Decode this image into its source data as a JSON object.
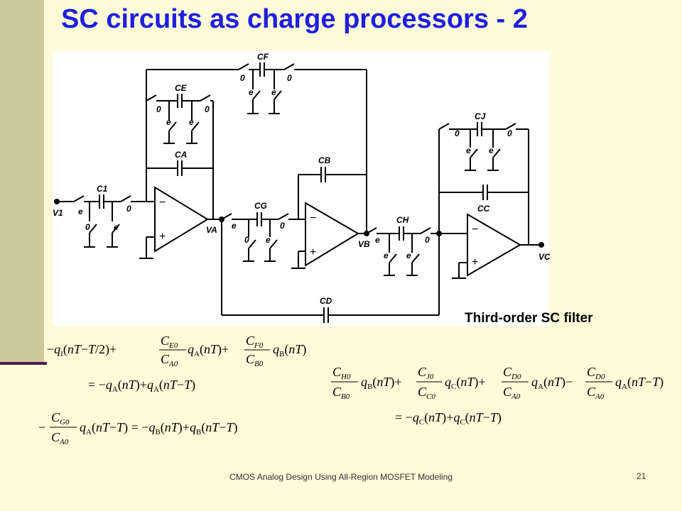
{
  "slide": {
    "title": "SC circuits as charge processors - 2",
    "caption": "Third-order SC filter",
    "footer": "CMOS Analog Design Using All-Region MOSFET Modeling",
    "page_number": "21"
  },
  "circuit": {
    "labels": {
      "v1": "V1",
      "va": "VA",
      "vb": "VB",
      "vc": "VC",
      "c1": "C1",
      "ca": "CA",
      "ce": "CE",
      "cf": "CF",
      "cg": "CG",
      "cb": "CB",
      "ch": "CH",
      "cc": "CC",
      "cj": "CJ",
      "cd": "CD"
    },
    "phase_e": "e",
    "phase_0": "0"
  },
  "equations": [
    "−q_I(nT−T/2) + (C_E0/C_A0) q_A(nT) + (C_F0/C_B0) q_B(nT) = −q_A(nT) + q_A(nT−T)",
    "(C_H0/C_B0) q_B(nT) + (C_J0/C_C0) q_C(nT) + (C_D0/C_A0) q_A(nT) − (C_D0/C_A0) q_A(nT−T) = −q_C(nT) + q_C(nT−T)",
    "−(C_G0/C_A0) q_A(nT−T) = −q_B(nT) + q_B(nT−T)"
  ],
  "colors": {
    "background": "#fdfbd8",
    "sidebar": "#cdc998",
    "title": "#1f1fe0"
  }
}
